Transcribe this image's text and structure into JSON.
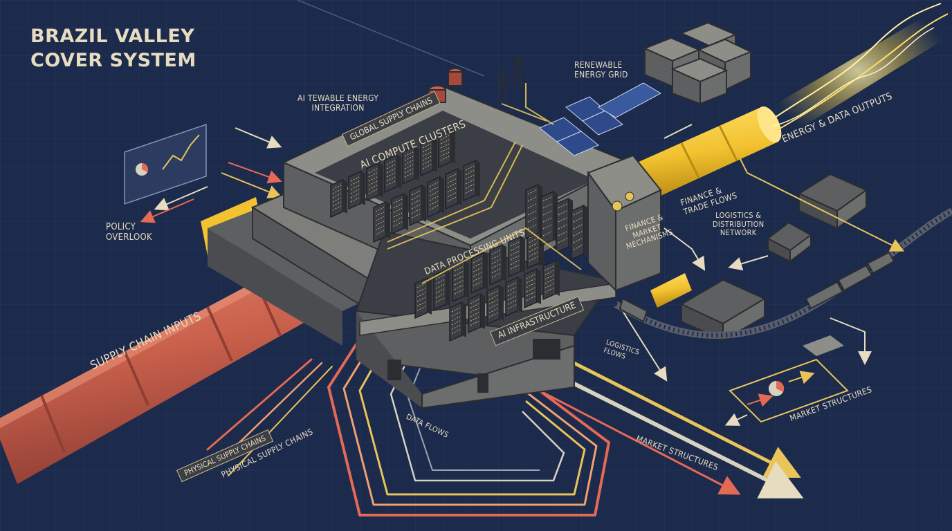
{
  "title": {
    "line1": "BRAZIL VALLEY",
    "line2": "COVER SYSTEM"
  },
  "labels": {
    "renewable_energy_grid_1": "RENEWABLE",
    "renewable_energy_grid_2": "ENERGY GRID",
    "ai_energy_1": "AI TEWABLE ENERGY",
    "ai_energy_2": "INTEGRATION",
    "global_supply_chains": "GLOBAL SUPPLY CHAINS",
    "ai_compute_clusters": "AI COMPUTE CLUSTERS",
    "energy_data_outputs": "ENERGY & DATA OUTPUTS",
    "policy_1": "POLICY",
    "policy_2": "OVERLOOK",
    "finance_trade_1": "FINANCE &",
    "finance_trade_2": "TRADE FLOWS",
    "logistics_network_1": "LOGISTICS &",
    "logistics_network_2": "DISTRIBUTION",
    "logistics_network_3": "NETWORK",
    "finance_market_1": "FINANCE &",
    "finance_market_2": "MARKET",
    "finance_market_3": "MECHANISMS",
    "data_processing_units": "DATA PROCESSING UNITS",
    "supply_chain_inputs": "SUPPLY CHAIN INPUTS",
    "ai_infrastructure": "AI INFRASTRUCTURE",
    "logistics_flows_1": "LOGISTICS",
    "logistics_flows_2": "FLOWS",
    "market_structures_right": "MARKET STRUCTURES",
    "data_flows": "DATA FLOWS",
    "physical_supply_chains_a": "PHYSICAL SUPPLY CHAINS",
    "physical_supply_chains_b": "PHYSICAL SUPPLY CHAINS",
    "market_structures_bottom": "MARKET STRUCTURES"
  },
  "colors": {
    "background": "#1c2a4c",
    "grid": "#2a3a60",
    "building_top": "#8d8e88",
    "building_side": "#5d5f60",
    "building_dark": "#3b3e44",
    "pipe_red": "#d06b55",
    "pipe_yellow": "#f2c230",
    "flow_red": "#e56a55",
    "flow_yellow": "#e8c45a",
    "label": "#e8dcc0"
  },
  "icons": [
    "solar-panel-icon",
    "power-tower-icon",
    "warehouse-icon",
    "train-icon",
    "pie-chart-icon",
    "line-chart-icon",
    "server-rack-icon",
    "arrow-icon"
  ]
}
